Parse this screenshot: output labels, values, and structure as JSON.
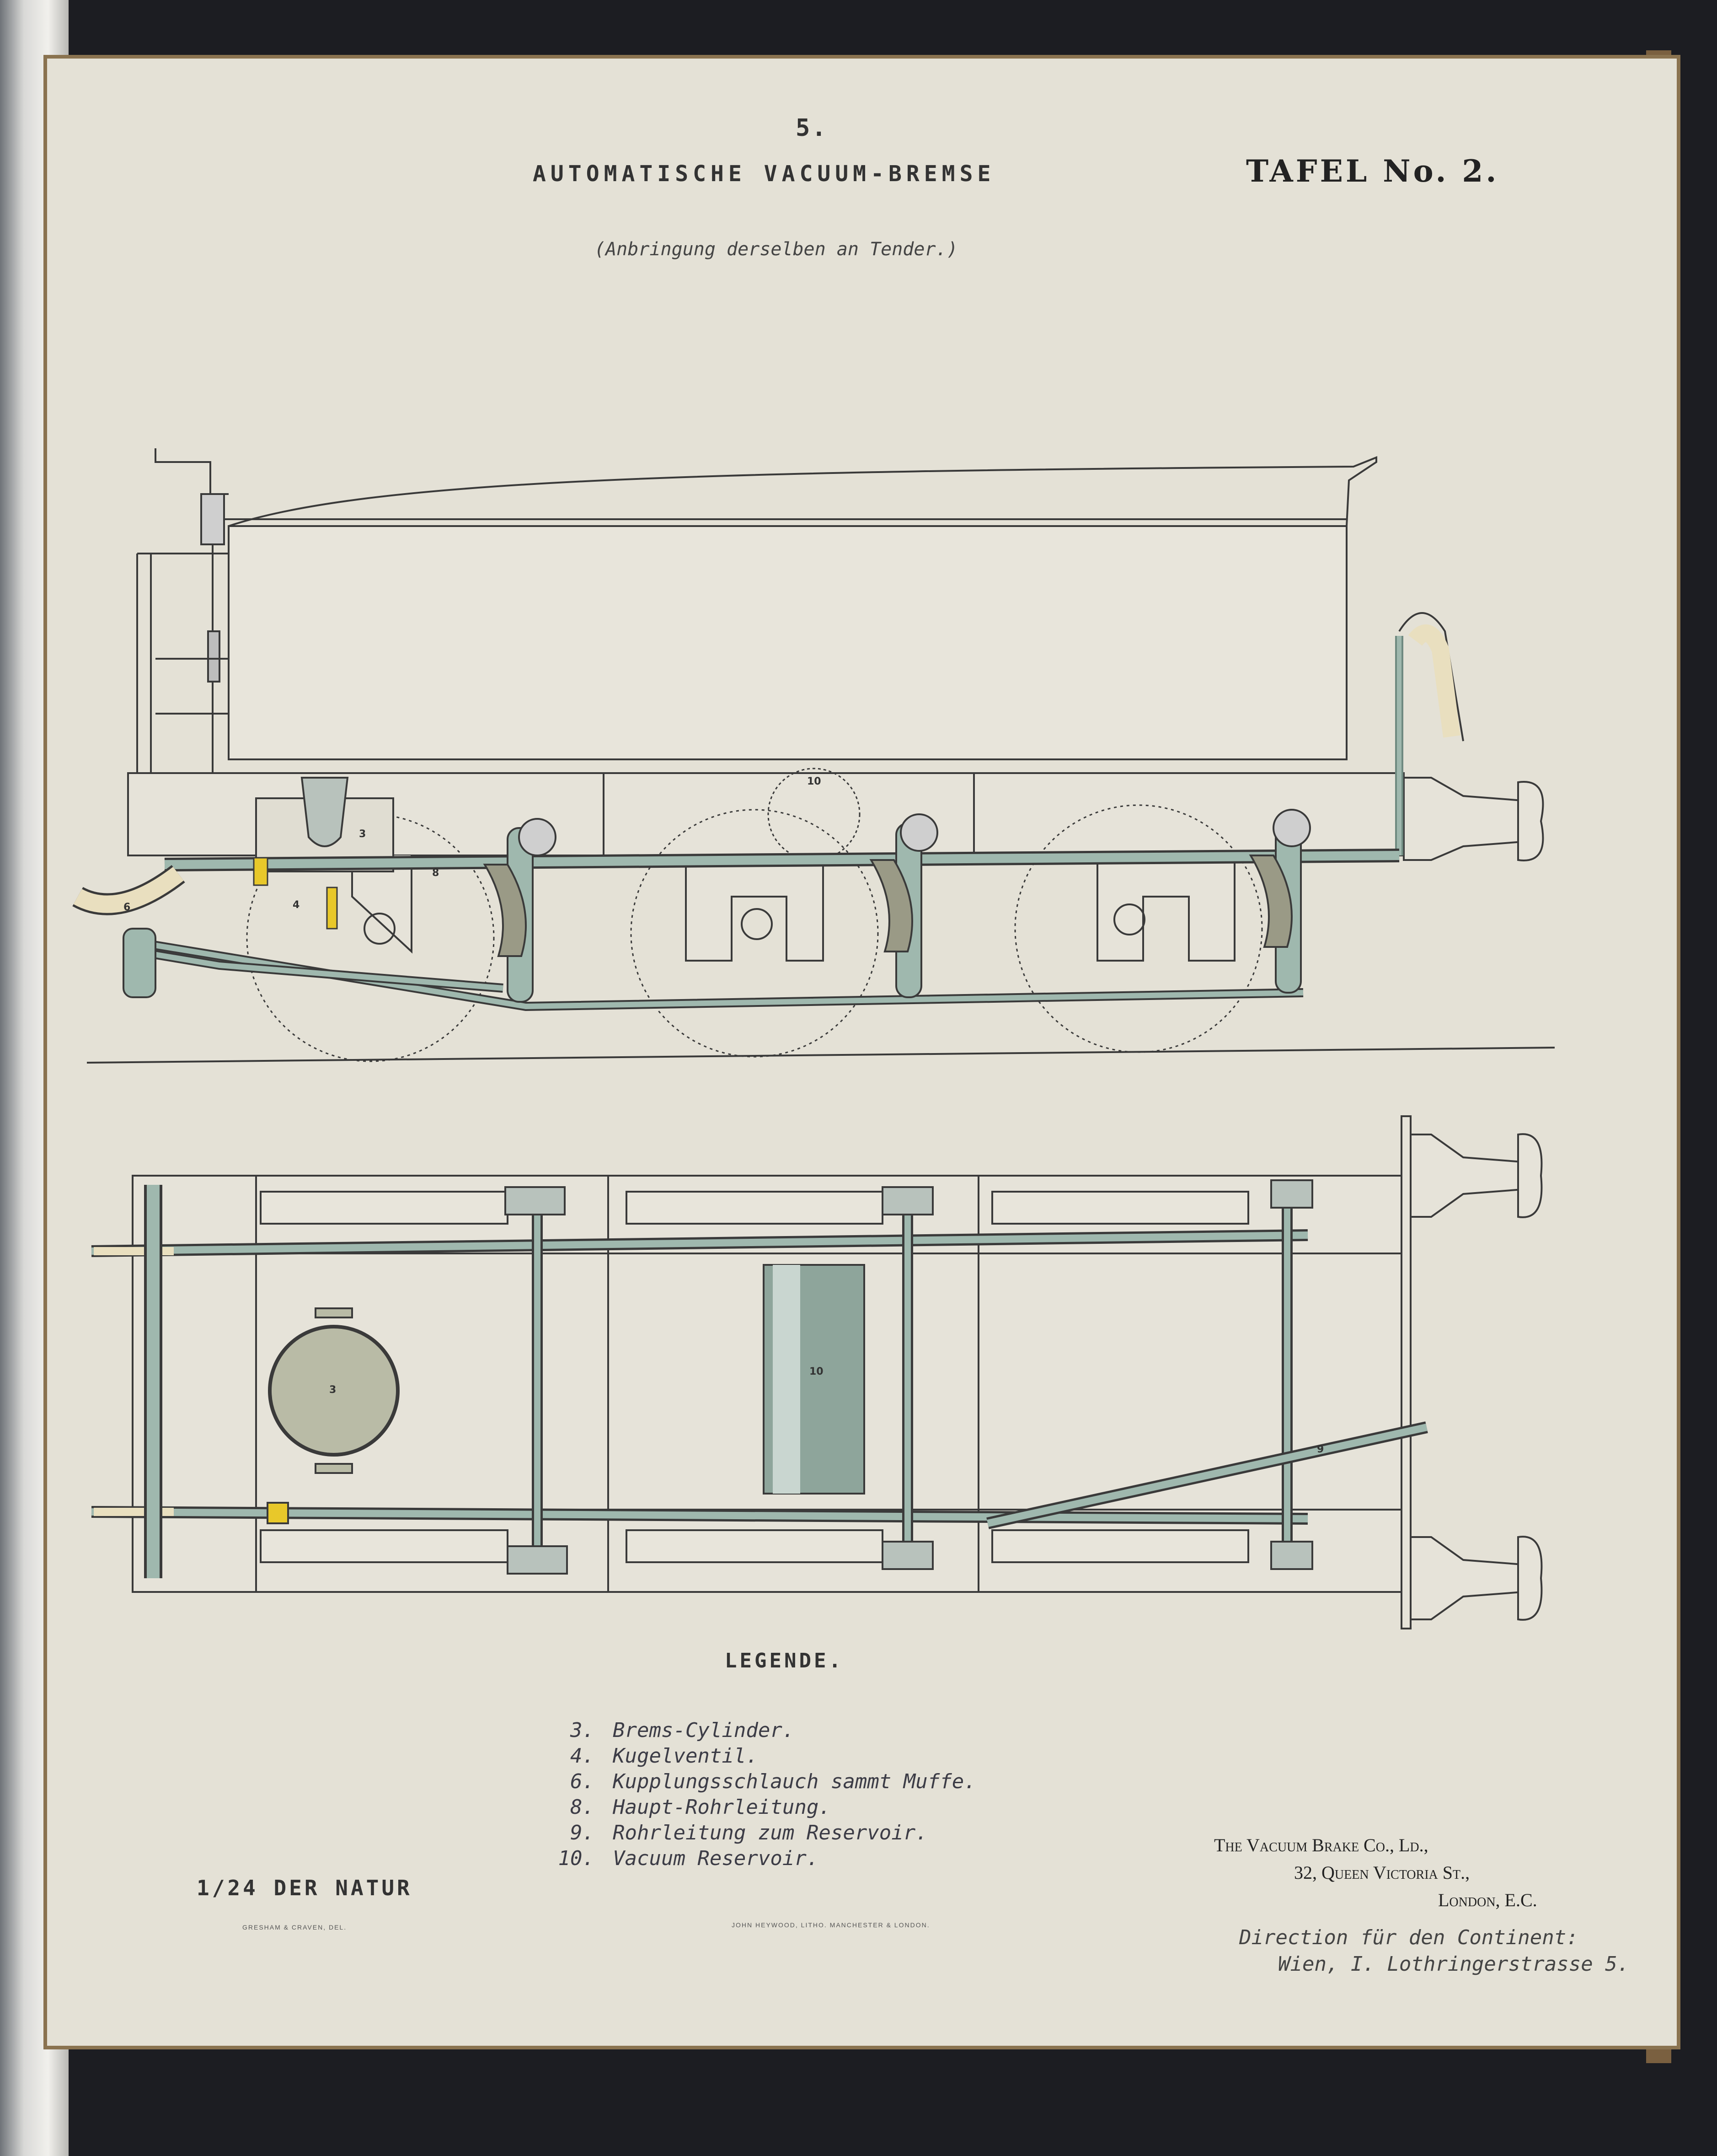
{
  "plate": {
    "number": "5.",
    "title": "AUTOMATISCHE VACUUM-BREMSE",
    "tafel": "TAFEL No. 2.",
    "subtitle": "(Anbringung derselben an Tender.)"
  },
  "callouts": {
    "c3": "3",
    "c4": "4",
    "c8": "8",
    "c10": "10",
    "c6": "6",
    "c9": "9"
  },
  "legend": {
    "heading": "LEGENDE.",
    "items": [
      {
        "num": "3.",
        "text": "Brems-Cylinder."
      },
      {
        "num": "4.",
        "text": "Kugelventil."
      },
      {
        "num": "6.",
        "text": "Kupplungsschlauch sammt Muffe."
      },
      {
        "num": "8.",
        "text": "Haupt-Rohrleitung."
      },
      {
        "num": "9.",
        "text": "Rohrleitung zum Reservoir."
      },
      {
        "num": "10.",
        "text": "Vacuum Reservoir."
      }
    ]
  },
  "scale": "1/24 DER NATUR",
  "credits": {
    "engraver": "GRESHAM & CRAVEN, DEL.",
    "lithographer": "JOHN HEYWOOD, LITHO. MANCHESTER & LONDON."
  },
  "company": {
    "name": "The Vacuum Brake Co., Ld.,",
    "street": "32, Queen Victoria St.,",
    "city": "London, E.C."
  },
  "continent": {
    "line1": "Direction für den Continent:",
    "line2": "Wien, I. Lothringerstrasse 5."
  },
  "colors": {
    "paper": "#e4e1d6",
    "pipe": "#9fb8ae",
    "pipe_dark": "#6f8a80",
    "valve": "#e8c82a",
    "hose": "#e9dfbf"
  }
}
